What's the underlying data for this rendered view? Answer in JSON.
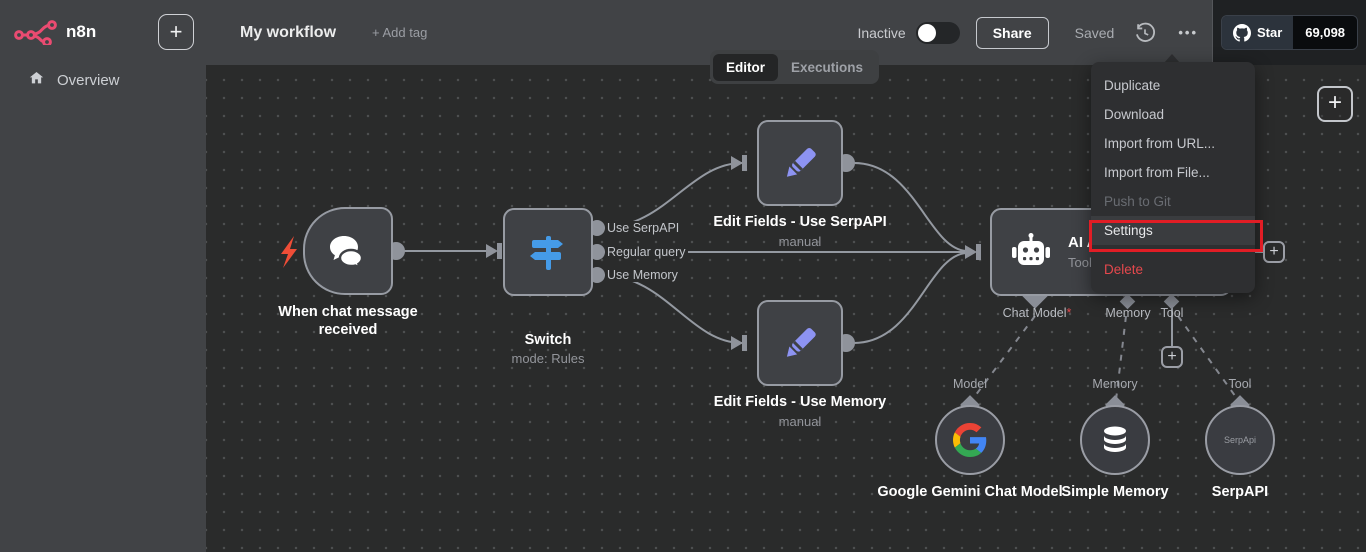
{
  "colors": {
    "accent_pink": "#ea4b71",
    "node_blue": "#459be8",
    "pencil_purple": "#8d93f2",
    "annotation_red": "#e11d25",
    "danger_red": "#e5484d",
    "bolt_red": "#ef4d37"
  },
  "sidebar": {
    "logo_text": "n8n",
    "new_button": "+",
    "items": [
      {
        "label": "Overview"
      }
    ]
  },
  "header": {
    "title": "My workflow",
    "add_tag": "+ Add tag",
    "status_label": "Inactive",
    "share_label": "Share",
    "saved_label": "Saved",
    "kebab": "•••",
    "github": {
      "star_label": "Star",
      "star_count": "69,098"
    }
  },
  "tabs": {
    "editor": "Editor",
    "executions": "Executions"
  },
  "canvas": {
    "add_node_button": "+"
  },
  "menu": {
    "items": [
      {
        "label": "Duplicate"
      },
      {
        "label": "Download"
      },
      {
        "label": "Import from URL..."
      },
      {
        "label": "Import from File..."
      },
      {
        "label": "Push to Git"
      },
      {
        "label": "Settings"
      },
      {
        "label": "Delete"
      }
    ]
  },
  "nodes": {
    "trigger": {
      "label": "When chat message received"
    },
    "switch": {
      "label": "Switch",
      "subtitle": "mode: Rules",
      "outputs": [
        {
          "label": "Use SerpAPI"
        },
        {
          "label": "Regular query"
        },
        {
          "label": "Use Memory"
        }
      ]
    },
    "edit_serpapi": {
      "label": "Edit Fields - Use SerpAPI",
      "subtitle": "manual"
    },
    "edit_memory": {
      "label": "Edit Fields - Use Memory",
      "subtitle": "manual"
    },
    "ai_agent": {
      "label": "AI Agent",
      "subtitle": "Tools Agent",
      "ports": [
        {
          "label": "Chat Model",
          "required_marker": "*"
        },
        {
          "label": "Memory"
        },
        {
          "label": "Tool"
        }
      ]
    },
    "gemini": {
      "port_label": "Model",
      "label": "Google Gemini Chat Model"
    },
    "simple_memory": {
      "port_label": "Memory",
      "label": "Simple Memory"
    },
    "serpapi": {
      "port_label": "Tool",
      "label": "SerpAPI",
      "badge": "SerpApi"
    }
  }
}
